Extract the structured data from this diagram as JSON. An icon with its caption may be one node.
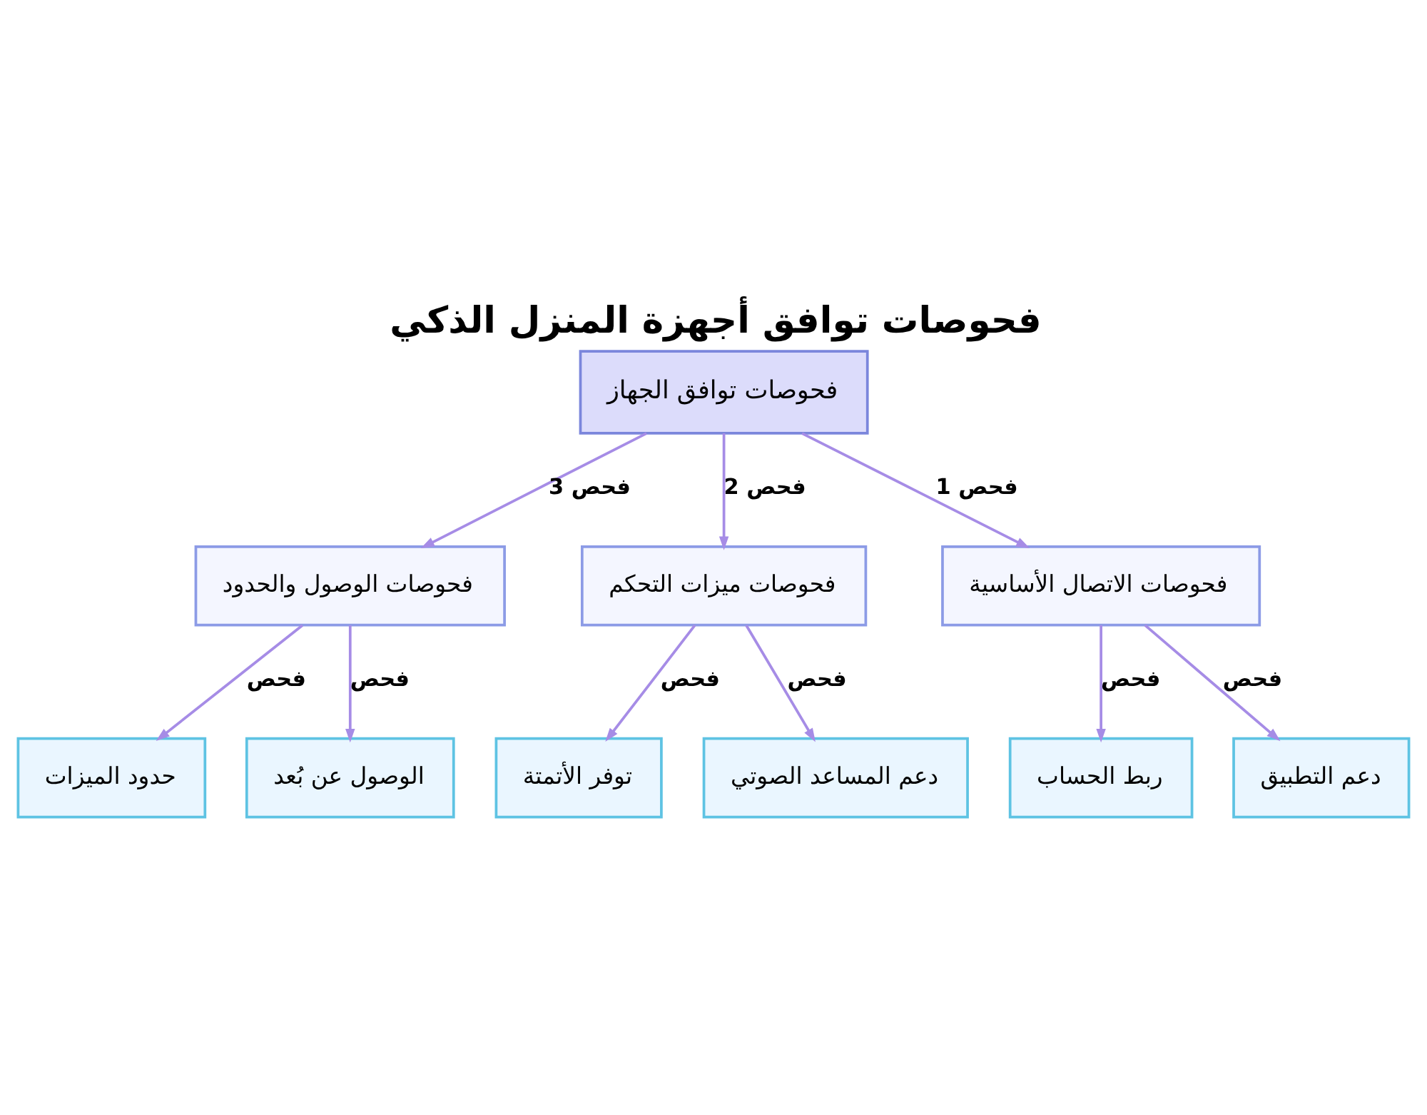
{
  "diagram": {
    "title": "فحوصات توافق أجهزة المنزل الذكي",
    "nodes": [
      {
        "text": [
          "فحوصات توافق الجهاز"
        ]
      },
      {
        "text": [
          "فحوصات الاتصال الأساسية"
        ]
      },
      {
        "text": [
          "فحوصات ميزات التحكم"
        ]
      },
      {
        "text": [
          "فحوصات الوصول والحدود"
        ]
      },
      {
        "text": [
          "دعم التطبيق"
        ]
      },
      {
        "text": [
          "ربط الحساب"
        ]
      },
      {
        "text": [
          "دعم المساعد الصوتي"
        ]
      },
      {
        "text": [
          "توفر الأتمتة"
        ]
      },
      {
        "text": [
          "الوصول عن بُعد"
        ]
      },
      {
        "text": [
          "حدود الميزات"
        ]
      }
    ],
    "edges": [
      {
        "from": 0,
        "to": 1,
        "arrow": "to",
        "label": "فحص 1"
      },
      {
        "from": 0,
        "to": 2,
        "arrow": "to",
        "label": "فحص 2"
      },
      {
        "from": 0,
        "to": 3,
        "arrow": "to",
        "label": "فحص 3"
      },
      {
        "from": 1,
        "to": 4,
        "arrow": "to",
        "label": "فحص"
      },
      {
        "from": 1,
        "to": 5,
        "arrow": "to",
        "label": "فحص"
      },
      {
        "from": 2,
        "to": 6,
        "arrow": "to",
        "label": "فحص"
      },
      {
        "from": 2,
        "to": 7,
        "arrow": "to",
        "label": "فحص"
      },
      {
        "from": 3,
        "to": 8,
        "arrow": "to",
        "label": "فحص"
      },
      {
        "from": 3,
        "to": 9,
        "arrow": "to",
        "label": "فحص"
      }
    ]
  }
}
